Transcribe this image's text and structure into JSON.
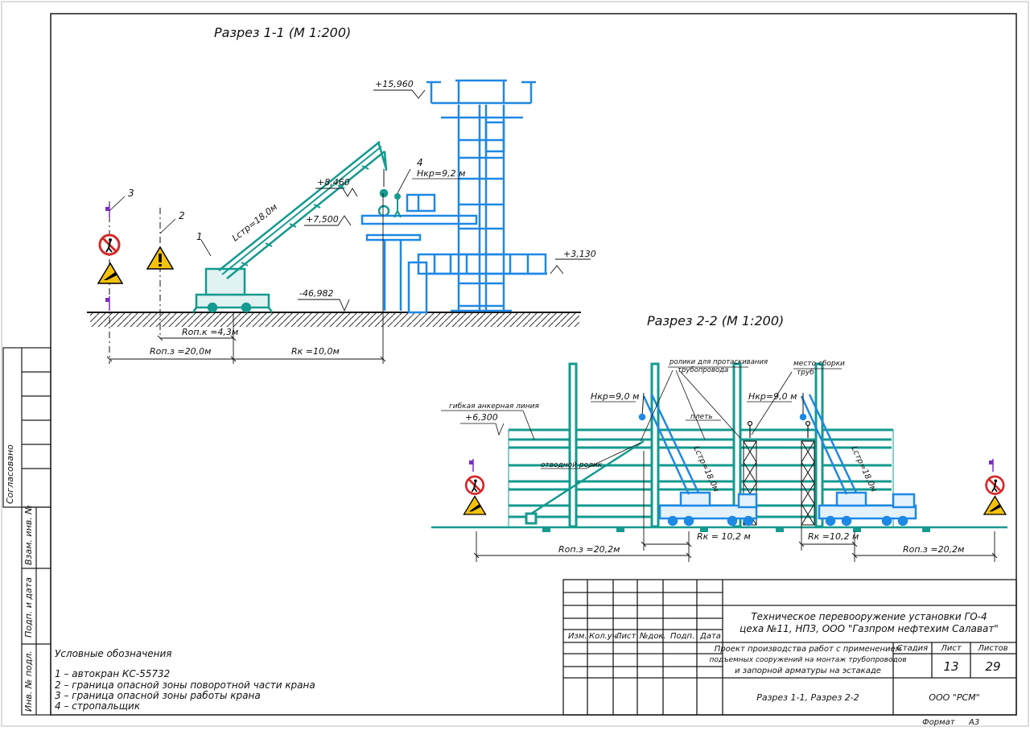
{
  "section1": {
    "title": "Разрез 1-1 (М 1:200)",
    "elev_top": "+15,960",
    "elev_846": "+8,460",
    "elev_750": "+7,500",
    "elev_313": "+3,130",
    "elev_neg": "-46,982",
    "hook_height": "Hкр=9,2 м",
    "boom_length": "Lстр=18,0м",
    "r_turn": "Rоп.к =4,3м",
    "r_danger": "Rоп.з =20,0м",
    "r_crane": "Rк =10,0м",
    "callout_1": "1",
    "callout_2": "2",
    "callout_3": "3",
    "callout_4": "4"
  },
  "section2": {
    "title": "Разрез 2-2 (М 1:200)",
    "elev_630": "+6,300",
    "anchor_line": "гибкая анкерная линия",
    "rollers_1": "ролики для протаскивания",
    "rollers_2": "трубопровода",
    "weld_place_1": "место сборки",
    "weld_place_2": "труб",
    "whip": "плеть",
    "deflect_roller": "отводной ролик",
    "hook_left": "Hкр=9,0 м",
    "hook_right": "Hкр=9,0 м",
    "boom_left": "Lстр=18,0м",
    "boom_right": "Lстр=18,0м",
    "r_danger_left": "Rоп.з =20,2м",
    "r_crane_left": "Rк = 10,2 м",
    "r_crane_right": "Rк =10,2 м",
    "r_danger_right": "Rоп.з =20,2м"
  },
  "legend": {
    "heading": "Условные обозначения",
    "items": [
      "1 – автокран КС-55732",
      "2 – граница опасной зоны поворотной части крана",
      "3 – граница опасной зоны работы крана",
      "4 – стропальщик"
    ]
  },
  "left_stamp": {
    "agreed": "Согласовано",
    "inv_replace": "Взам. инв. №",
    "sign_date": "Подп. и дата",
    "inv_orig": "Инв. № подл."
  },
  "title_block": {
    "col_headers": [
      "Изм.",
      "Кол.уч.",
      "Лист",
      "№док.",
      "Подп.",
      "Дата"
    ],
    "object_line1": "Техническое перевооружение установки ГО-4",
    "object_line2": "цеха №11, НПЗ, ООО \"Газпром нефтехим Салават\"",
    "project_line1": "Проект производства работ с применением",
    "project_line2": "подъемных сооружений на монтаж трубопроводов",
    "project_line3": "и запорной арматуры на эстакаде",
    "stage_label": "Стадия",
    "sheet_label": "Лист",
    "sheets_label": "Листов",
    "sheet_no": "13",
    "sheets_total": "29",
    "drawing_name": "Разрез 1-1, Разрез 2-2",
    "company": "ООО \"РСМ\"",
    "format_label": "Формат",
    "format_value": "А3"
  },
  "colors": {
    "frame": "#1a1a1a",
    "steel": "#1e88e5",
    "pipes": "#149a8f",
    "dim": "#222222",
    "sign_red": "#d62828",
    "sign_yellow": "#f4c20d",
    "flag": "#7b2cbf"
  }
}
